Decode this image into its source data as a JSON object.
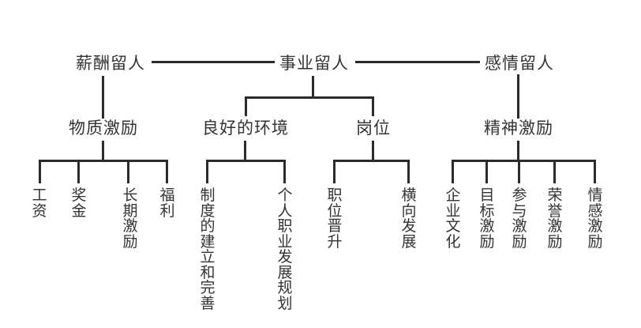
{
  "colors": {
    "line": "#2b2b2b",
    "text": "#333333",
    "background": "#ffffff"
  },
  "tree": {
    "roots": [
      {
        "label": "薪酬留人",
        "children": [
          {
            "label": "物质激励",
            "children": [
              {
                "label": "工资"
              },
              {
                "label": "奖金"
              },
              {
                "label": "长期激励"
              },
              {
                "label": "福利"
              }
            ]
          }
        ]
      },
      {
        "label": "事业留人",
        "children": [
          {
            "label": "良好的环境",
            "children": [
              {
                "label": "制度的建立和完善"
              },
              {
                "label": "个人职业发展规划"
              }
            ]
          },
          {
            "label": "岗位",
            "children": [
              {
                "label": "职位晋升"
              },
              {
                "label": "横向发展"
              }
            ]
          }
        ]
      },
      {
        "label": "感情留人",
        "children": [
          {
            "label": "精神激励",
            "children": [
              {
                "label": "企业文化"
              },
              {
                "label": "目标激励"
              },
              {
                "label": "参与激励"
              },
              {
                "label": "荣誉激励"
              },
              {
                "label": "情感激励"
              }
            ]
          }
        ]
      }
    ]
  }
}
